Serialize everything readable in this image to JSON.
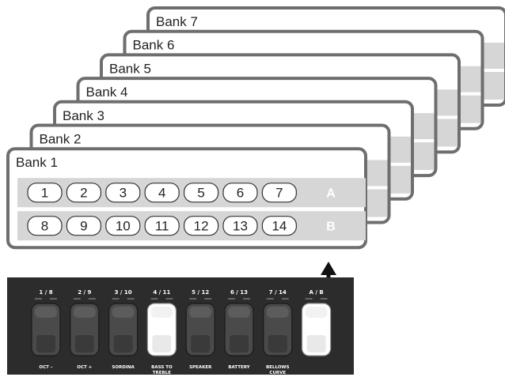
{
  "banks": [
    {
      "title": "Bank 7"
    },
    {
      "title": "Bank 6"
    },
    {
      "title": "Bank 5"
    },
    {
      "title": "Bank 4"
    },
    {
      "title": "Bank 3"
    },
    {
      "title": "Bank 2"
    },
    {
      "title": "Bank 1"
    }
  ],
  "front_bank": {
    "row_a": {
      "buttons": [
        "1",
        "2",
        "3",
        "4",
        "5",
        "6",
        "7"
      ],
      "label": "A"
    },
    "row_b": {
      "buttons": [
        "8",
        "9",
        "10",
        "11",
        "12",
        "13",
        "14"
      ],
      "label": "B"
    }
  },
  "switches": [
    {
      "top": "1 / 8",
      "bottom": [
        "OCT –"
      ],
      "lit": false
    },
    {
      "top": "2 / 9",
      "bottom": [
        "OCT +"
      ],
      "lit": false
    },
    {
      "top": "3 / 10",
      "bottom": [
        "SORDINA"
      ],
      "lit": false
    },
    {
      "top": "4 / 11",
      "bottom": [
        "BASS TO",
        "TREBLE"
      ],
      "lit": true
    },
    {
      "top": "5 / 12",
      "bottom": [
        "SPEAKER"
      ],
      "lit": false
    },
    {
      "top": "6 / 13",
      "bottom": [
        "BATTERY"
      ],
      "lit": false
    },
    {
      "top": "7 / 14",
      "bottom": [
        "BELLOWS",
        "CURVE"
      ],
      "lit": false
    },
    {
      "top": "A / B",
      "bottom": [],
      "lit": true
    }
  ],
  "colors": {
    "panel_border": "#6e6e6e",
    "row_fill": "#d6d6d6",
    "button_fill": "#ffffff",
    "switch_panel": "#2c2c2c",
    "switch_dark": "#4a4a4a",
    "switch_lit": "#ffffff",
    "arrow": "#111111"
  }
}
